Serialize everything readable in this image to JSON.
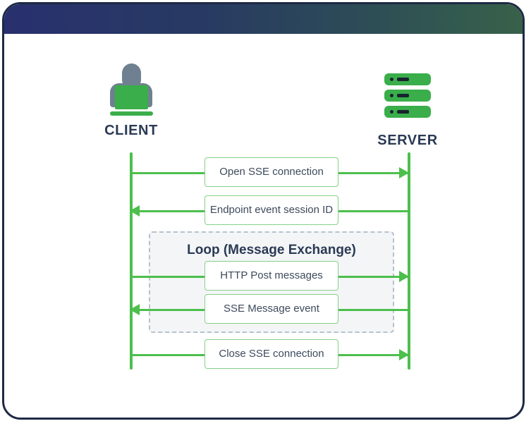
{
  "window": {
    "titlebar_gradient_from": "#28306e",
    "titlebar_gradient_to": "#386049",
    "border_color": "#1e2a44"
  },
  "diagram": {
    "type": "sequence",
    "accent_green": "#4cbf4c",
    "box_border": "#86d089",
    "text_color": "#3d4a5c",
    "heading_color": "#2b3a55",
    "actors": [
      {
        "id": "client",
        "label": "CLIENT",
        "icon": "user-laptop-icon",
        "side": "left"
      },
      {
        "id": "server",
        "label": "SERVER",
        "icon": "server-rack-icon",
        "side": "right"
      }
    ],
    "fragment": {
      "kind": "loop",
      "title": "Loop (Message Exchange)",
      "border_style": "dashed",
      "fill": "#f4f5f7"
    },
    "messages": [
      {
        "index": 1,
        "label": "Open SSE connection",
        "from": "client",
        "to": "server",
        "direction": "right",
        "in_loop": false
      },
      {
        "index": 2,
        "label": "Endpoint event session ID",
        "from": "server",
        "to": "client",
        "direction": "left",
        "in_loop": false
      },
      {
        "index": 3,
        "label": "HTTP Post messages",
        "from": "client",
        "to": "server",
        "direction": "right",
        "in_loop": true
      },
      {
        "index": 4,
        "label": "SSE Message event",
        "from": "server",
        "to": "client",
        "direction": "left",
        "in_loop": true
      },
      {
        "index": 5,
        "label": "Close SSE connection",
        "from": "client",
        "to": "server",
        "direction": "right",
        "in_loop": false
      }
    ]
  }
}
